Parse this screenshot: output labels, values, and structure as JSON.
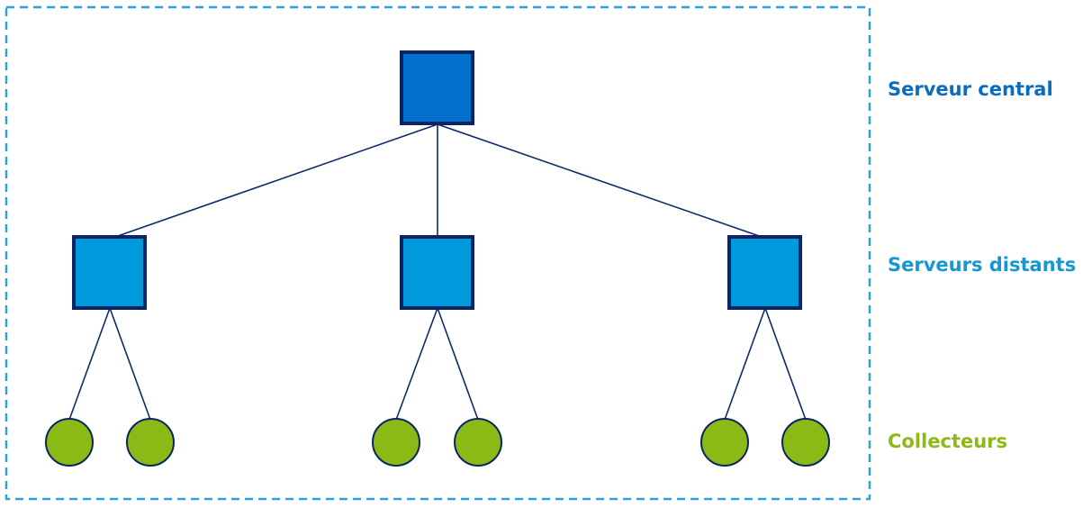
{
  "colors": {
    "frame": "#2aa3d8",
    "edge": "#0e2a6b",
    "node_border": "#0c2461",
    "central_fill": "#0270cc",
    "distant_fill": "#0099dc",
    "collector_fill": "#8bb915",
    "collector_border": "#0c2461"
  },
  "tiers": {
    "central": {
      "label": "Serveur central",
      "color": "#0a6cbf"
    },
    "distants": {
      "label": "Serveurs distants",
      "color": "#1597d4"
    },
    "collecteurs": {
      "label": "Collecteurs",
      "color": "#8bb915"
    }
  },
  "nodes": [
    {
      "id": "central",
      "tier": "central",
      "shape": "square-icon"
    },
    {
      "id": "distant-1",
      "tier": "distants",
      "shape": "square-icon",
      "parent": "central"
    },
    {
      "id": "distant-2",
      "tier": "distants",
      "shape": "square-icon",
      "parent": "central"
    },
    {
      "id": "distant-3",
      "tier": "distants",
      "shape": "square-icon",
      "parent": "central"
    },
    {
      "id": "collector-1",
      "tier": "collecteurs",
      "shape": "circle-icon",
      "parent": "distant-1"
    },
    {
      "id": "collector-2",
      "tier": "collecteurs",
      "shape": "circle-icon",
      "parent": "distant-1"
    },
    {
      "id": "collector-3",
      "tier": "collecteurs",
      "shape": "circle-icon",
      "parent": "distant-2"
    },
    {
      "id": "collector-4",
      "tier": "collecteurs",
      "shape": "circle-icon",
      "parent": "distant-2"
    },
    {
      "id": "collector-5",
      "tier": "collecteurs",
      "shape": "circle-icon",
      "parent": "distant-3"
    },
    {
      "id": "collector-6",
      "tier": "collecteurs",
      "shape": "circle-icon",
      "parent": "distant-3"
    }
  ]
}
